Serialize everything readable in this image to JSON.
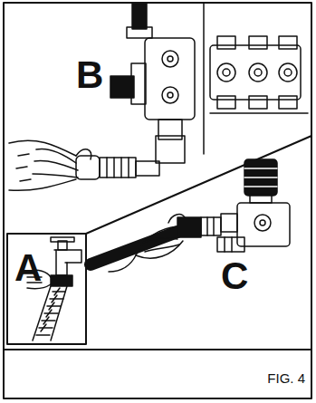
{
  "diagram": {
    "caption": "FIG. 4",
    "labels": [
      "B",
      "A",
      "C"
    ]
  }
}
